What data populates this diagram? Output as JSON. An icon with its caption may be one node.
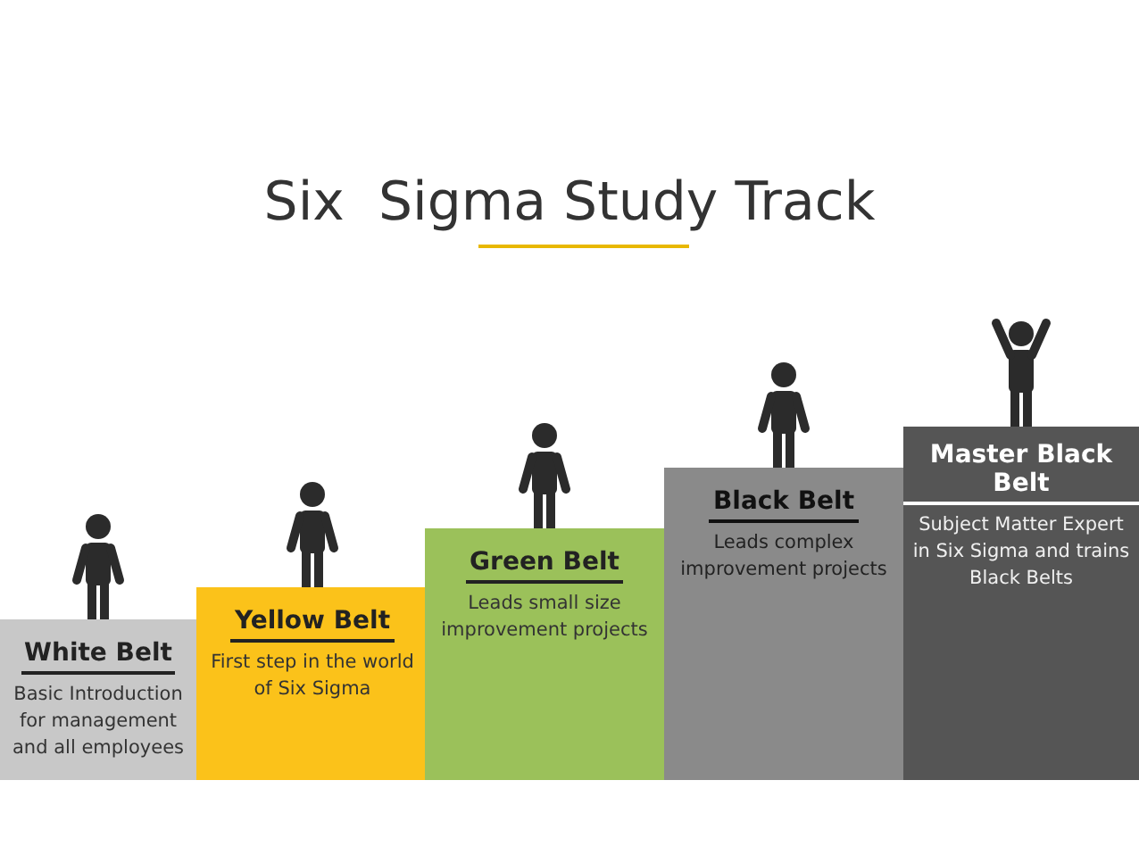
{
  "diagram": {
    "title": "Six  Sigma Study Track",
    "nodes": [
      {
        "text": [
          "White Belt",
          "Basic Introduction for management and all employees"
        ]
      },
      {
        "text": [
          "Yellow Belt",
          "First step in the world of Six Sigma"
        ]
      },
      {
        "text": [
          "Green Belt",
          "Leads small size improvement projects"
        ]
      },
      {
        "text": [
          "Black Belt",
          "Leads complex improvement projects"
        ]
      },
      {
        "text": [
          "Master Black Belt",
          "Subject Matter Expert in Six Sigma and trains Black Belts"
        ]
      }
    ],
    "edges": []
  }
}
